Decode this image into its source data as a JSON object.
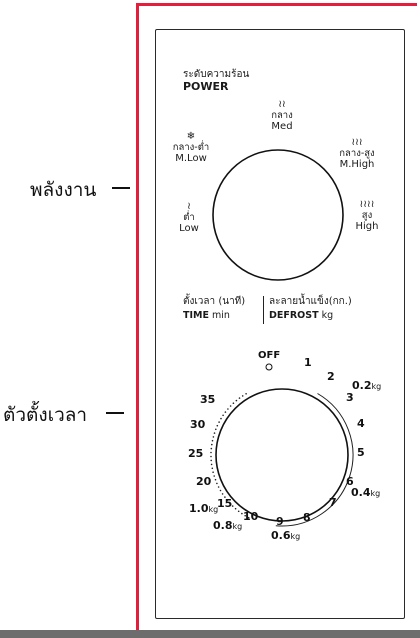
{
  "side_labels": {
    "power": "พลังงาน",
    "timer": "ตัวตั้งเวลา"
  },
  "power": {
    "heading_th": "ระดับความร้อน",
    "heading_en": "POWER",
    "levels": [
      {
        "th": "ต่ำ",
        "en": "Low",
        "icon": "≀"
      },
      {
        "th": "กลาง-ต่ำ",
        "en": "M.Low",
        "icon": "❄"
      },
      {
        "th": "กลาง",
        "en": "Med",
        "icon": "≀≀"
      },
      {
        "th": "กลาง-สูง",
        "en": "M.High",
        "icon": "≀≀≀"
      },
      {
        "th": "สูง",
        "en": "High",
        "icon": "≀≀≀≀"
      }
    ]
  },
  "timer": {
    "time_th": "ตั้งเวลา (นาที)",
    "time_en": "TIME",
    "time_unit": "min",
    "defrost_th": "ละลายน้ำแข็ง(กก.)",
    "defrost_en": "DEFROST",
    "defrost_unit": "kg",
    "off": "OFF",
    "minutes": [
      "1",
      "2",
      "3",
      "4",
      "5",
      "6",
      "7",
      "8",
      "9",
      "10",
      "15",
      "20",
      "25",
      "30",
      "35"
    ],
    "weights": [
      "0.2",
      "0.4",
      "0.6",
      "0.8",
      "1.0"
    ],
    "weight_unit": "kg"
  },
  "colors": {
    "frame": "#e31d3c",
    "ink": "#1a1a1a",
    "bar": "#6d6d6d"
  }
}
